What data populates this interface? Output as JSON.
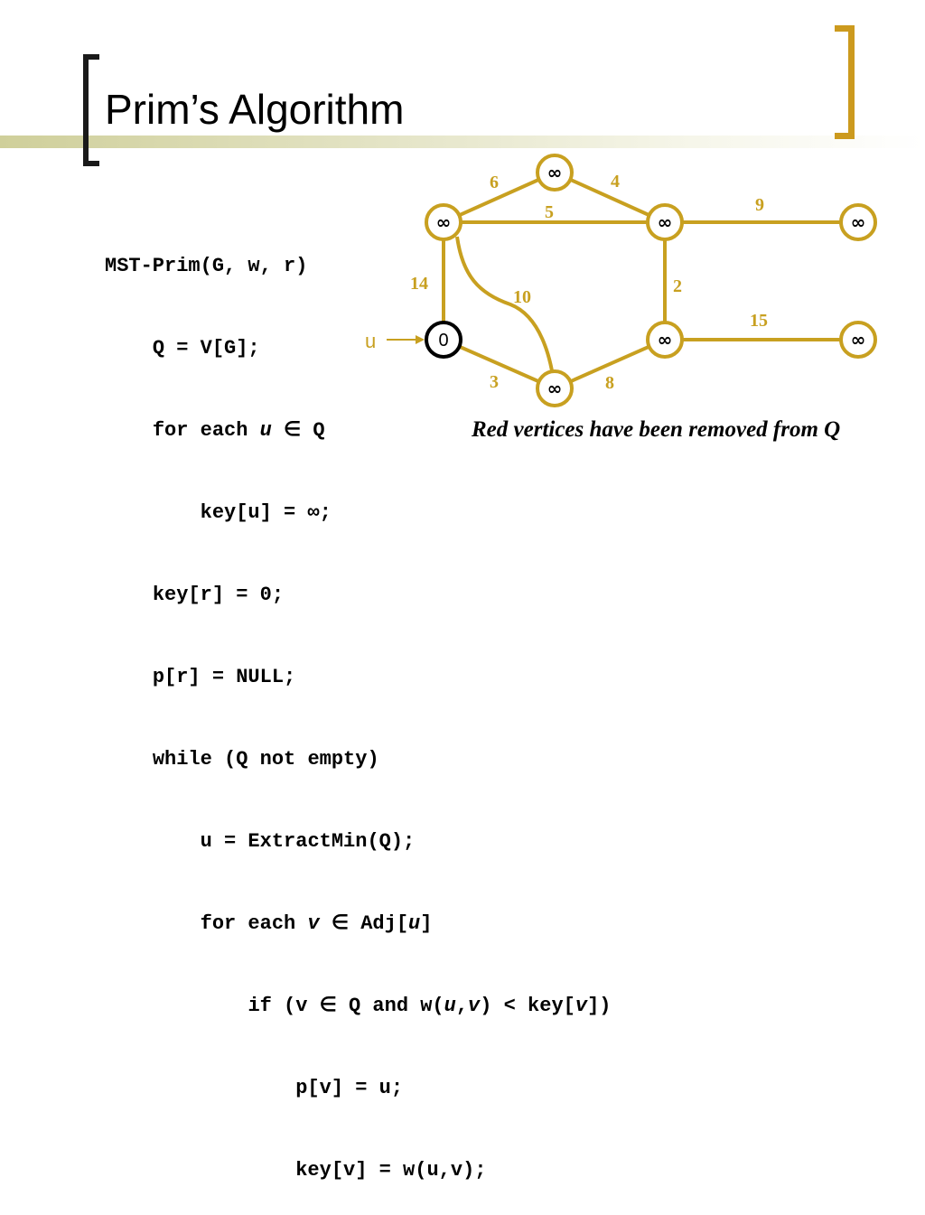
{
  "title": "Prim’s Algorithm",
  "code": {
    "l1": "MST-Prim(G, w, r)",
    "l2": "Q = V[G];",
    "l3a": "for each ",
    "l3b": "u",
    "l3c": " ∈ Q",
    "l4": "key[u] = ∞;",
    "l5": "key[r] = 0;",
    "l6": "p[r] = NULL;",
    "l7": "while (Q not empty)",
    "l8": "u = ExtractMin(Q);",
    "l9a": "for each ",
    "l9b": "v",
    "l9c": " ∈ Adj[",
    "l9d": "u",
    "l9e": "]",
    "l10a": "if (v ∈ Q and w(",
    "l10b": "u",
    "l10c": ",",
    "l10d": "v",
    "l10e": ") < key[",
    "l10f": "v",
    "l10g": "])",
    "l11": "p[v] = u;",
    "l12": "key[v] = w(u,v);"
  },
  "graph": {
    "nodes": {
      "top": "∞",
      "mid_left": "∞",
      "mid_center": "∞",
      "mid_right": "∞",
      "start": "0",
      "low_center": "∞",
      "low_right": "∞",
      "bottom": "∞"
    },
    "weights": {
      "w6": "6",
      "w4": "4",
      "w5": "5",
      "w9": "9",
      "w14": "14",
      "w10": "10",
      "w2": "2",
      "w15": "15",
      "w3": "3",
      "w8": "8"
    },
    "pointer_label": "u"
  },
  "caption": "Red vertices have been removed from Q",
  "colors": {
    "edge": "#c8a020",
    "accent_bracket": "#cc9a1e",
    "title_bar": "#cfcf9a"
  }
}
